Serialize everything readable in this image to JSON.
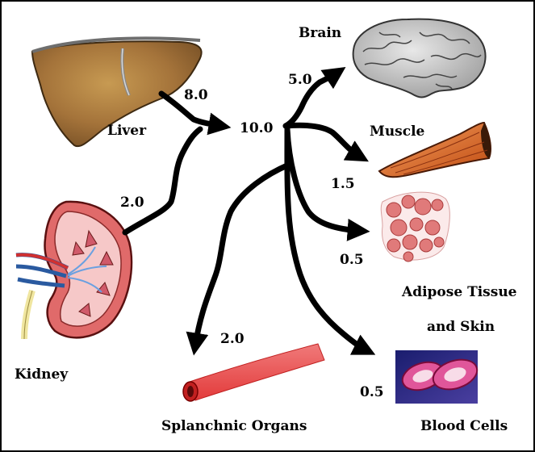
{
  "diagram": {
    "organs": {
      "liver": "Liver",
      "kidney": "Kidney",
      "brain": "Brain",
      "muscle": "Muscle",
      "adipose_line1": "Adipose Tissue",
      "adipose_line2": "and Skin",
      "splanchnic": "Splanchnic Organs",
      "blood_cells": "Blood Cells"
    },
    "flows": {
      "liver_out": "8.0",
      "kidney_out": "2.0",
      "total": "10.0",
      "brain_in": "5.0",
      "muscle_in": "1.5",
      "adipose_in": "0.5",
      "splanchnic_in": "2.0",
      "blood_cells_in": "0.5"
    }
  }
}
